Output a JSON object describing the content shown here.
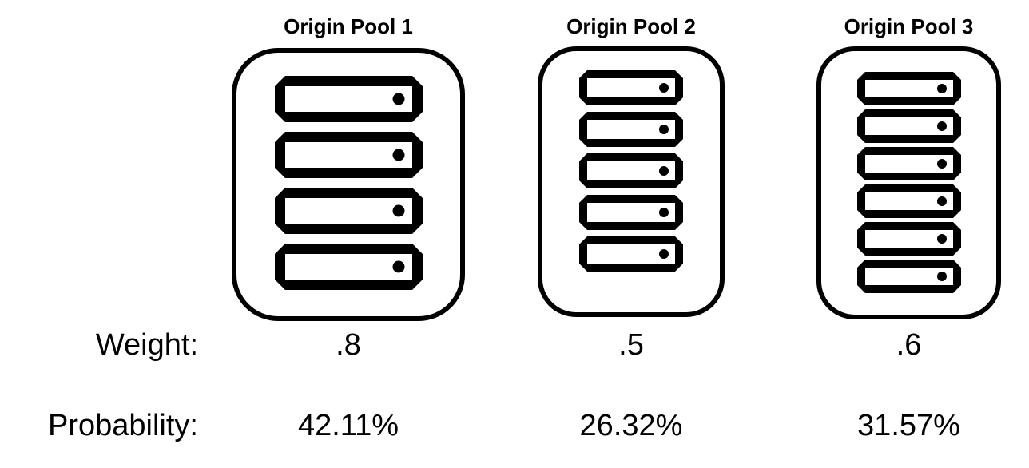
{
  "labels": {
    "weight": "Weight:",
    "probability": "Probability:"
  },
  "pools": [
    {
      "title": "Origin Pool 1",
      "server_count": 4,
      "weight": ".8",
      "probability": "42.11%"
    },
    {
      "title": "Origin Pool 2",
      "server_count": 5,
      "weight": ".5",
      "probability": "26.32%"
    },
    {
      "title": "Origin Pool 3",
      "server_count": 6,
      "weight": ".6",
      "probability": "31.57%"
    }
  ],
  "icons": {
    "server": "server-icon"
  },
  "colors": {
    "foreground": "#000000",
    "background": "#ffffff"
  }
}
